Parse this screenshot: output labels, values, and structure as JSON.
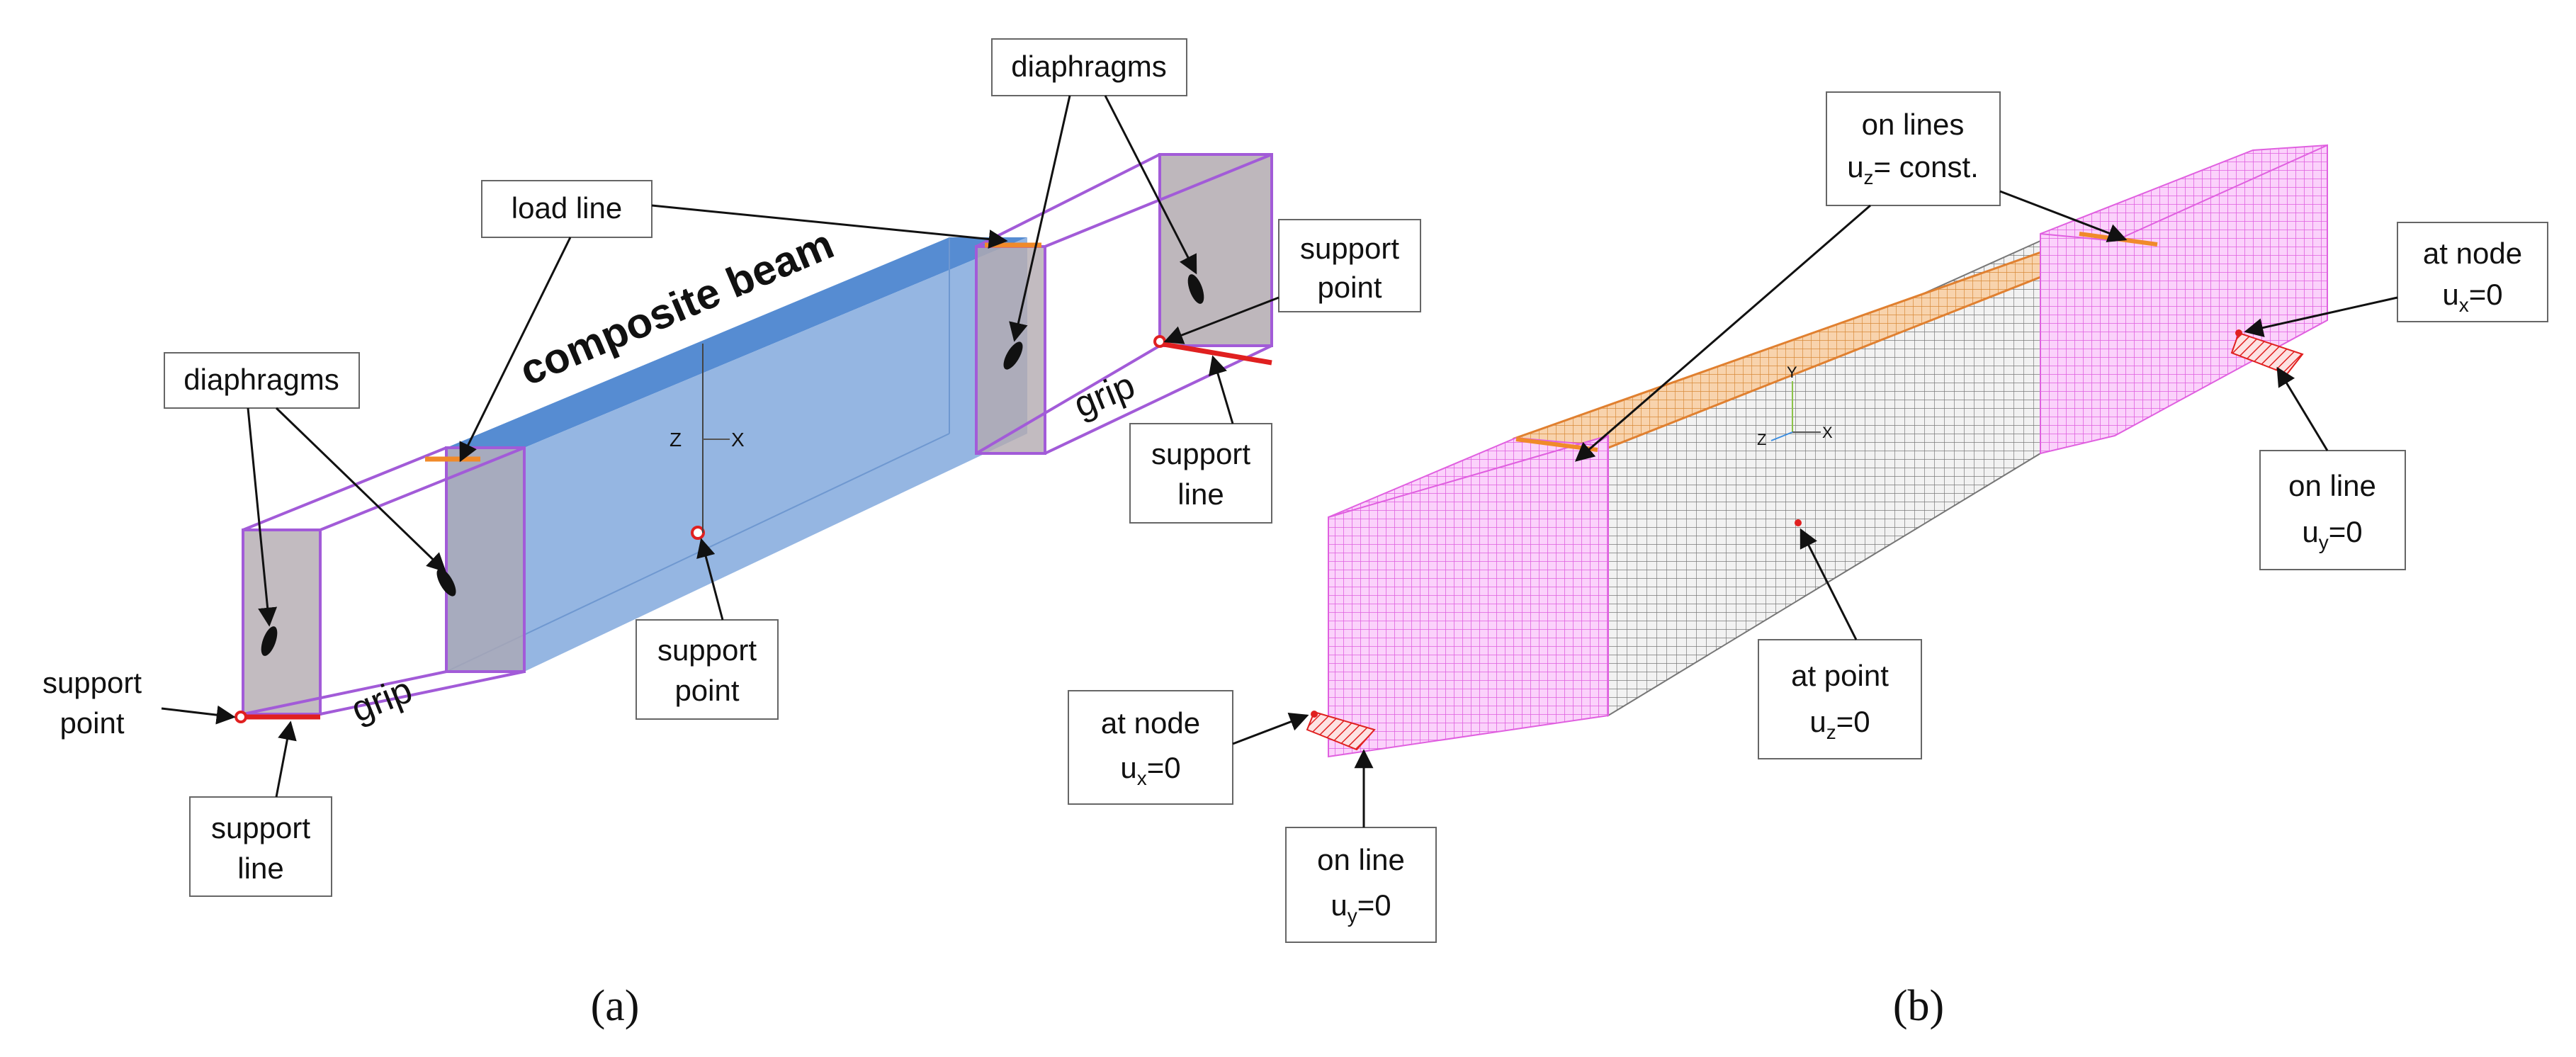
{
  "panel_a": {
    "beam_label": "composite beam",
    "grip_label": "grip",
    "diaphragms_label": "diaphragms",
    "load_line_label": "load line",
    "support_point_label": [
      "support",
      "point"
    ],
    "support_line_label": [
      "support",
      "line"
    ],
    "axis_z": "Z",
    "axis_x": "X",
    "caption": "(a)"
  },
  "panel_b": {
    "on_lines": {
      "line1": "on lines",
      "line2": "u",
      "sub": "z",
      "line2_rest": "= const."
    },
    "at_node": {
      "line1": "at node",
      "var": "u",
      "sub": "x",
      "rest": "=0"
    },
    "on_line": {
      "line1": "on line",
      "var": "u",
      "sub": "y",
      "rest": "=0"
    },
    "at_point": {
      "line1": "at point",
      "var": "u",
      "sub": "z",
      "rest": "=0"
    },
    "axis_z": "Z",
    "axis_x": "X",
    "axis_y": "Y",
    "caption": "(b)"
  },
  "colors": {
    "beam_top": "#4d86d0",
    "beam_side": "#8fb2e0",
    "beam_title": "#1f5fae",
    "grip_outline": "#a25bd8",
    "diaphragm": "#b3aab0",
    "load_line": "#f08a2a",
    "support_red": "#e02020",
    "mesh_pink": "#f07ef0",
    "mesh_gray": "#888888",
    "mesh_orange": "#f2b27a"
  }
}
